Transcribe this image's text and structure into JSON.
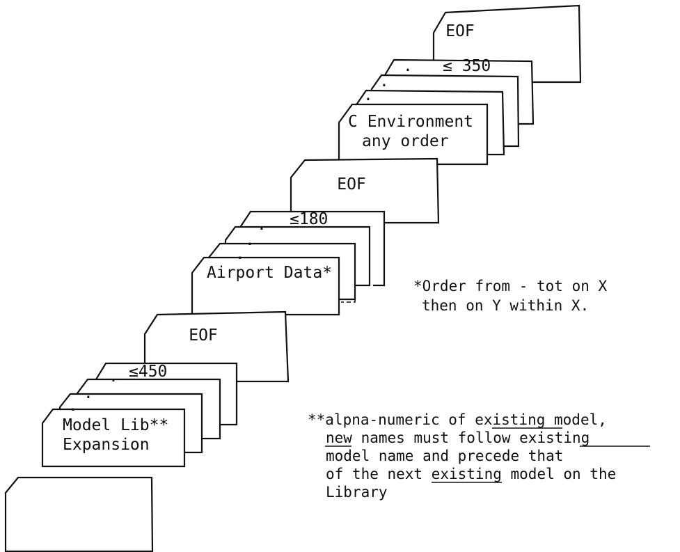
{
  "groups": {
    "environment": {
      "eof_label": "EOF",
      "count_label": "≤ 350",
      "dot_1": ".",
      "dot_2": ".",
      "dot_3": ".",
      "first_card_line1": "C Environment",
      "first_card_line2": "any order"
    },
    "airport": {
      "eof_label": "EOF",
      "count_label": "≤180",
      "dot_1": ".",
      "dot_2": ".",
      "dot_3": ".",
      "first_card_label": "Airport Data*"
    },
    "model_lib": {
      "eof_label": "EOF",
      "count_label": "≤450",
      "dot_1": ".",
      "dot_2": ".",
      "dot_3": ".",
      "first_card_line1": "Model Lib**",
      "first_card_line2": "Expansion"
    }
  },
  "notes": {
    "airport_note_line1": "*Order from - tot on X",
    "airport_note_line2": "then on Y within X.",
    "model_note_line1_a": "**alpna-numeric of ",
    "model_note_line1_b": "existing",
    "model_note_line1_c": " model,",
    "model_note_line2_a": "new",
    "model_note_line2_b": " names must follow ",
    "model_note_line2_c": "existing",
    "model_note_line3": "model name and precede that",
    "model_note_line4_a": "of the next ",
    "model_note_line4_b": "existing",
    "model_note_line4_c": " model on the",
    "model_note_line5": "Library"
  }
}
